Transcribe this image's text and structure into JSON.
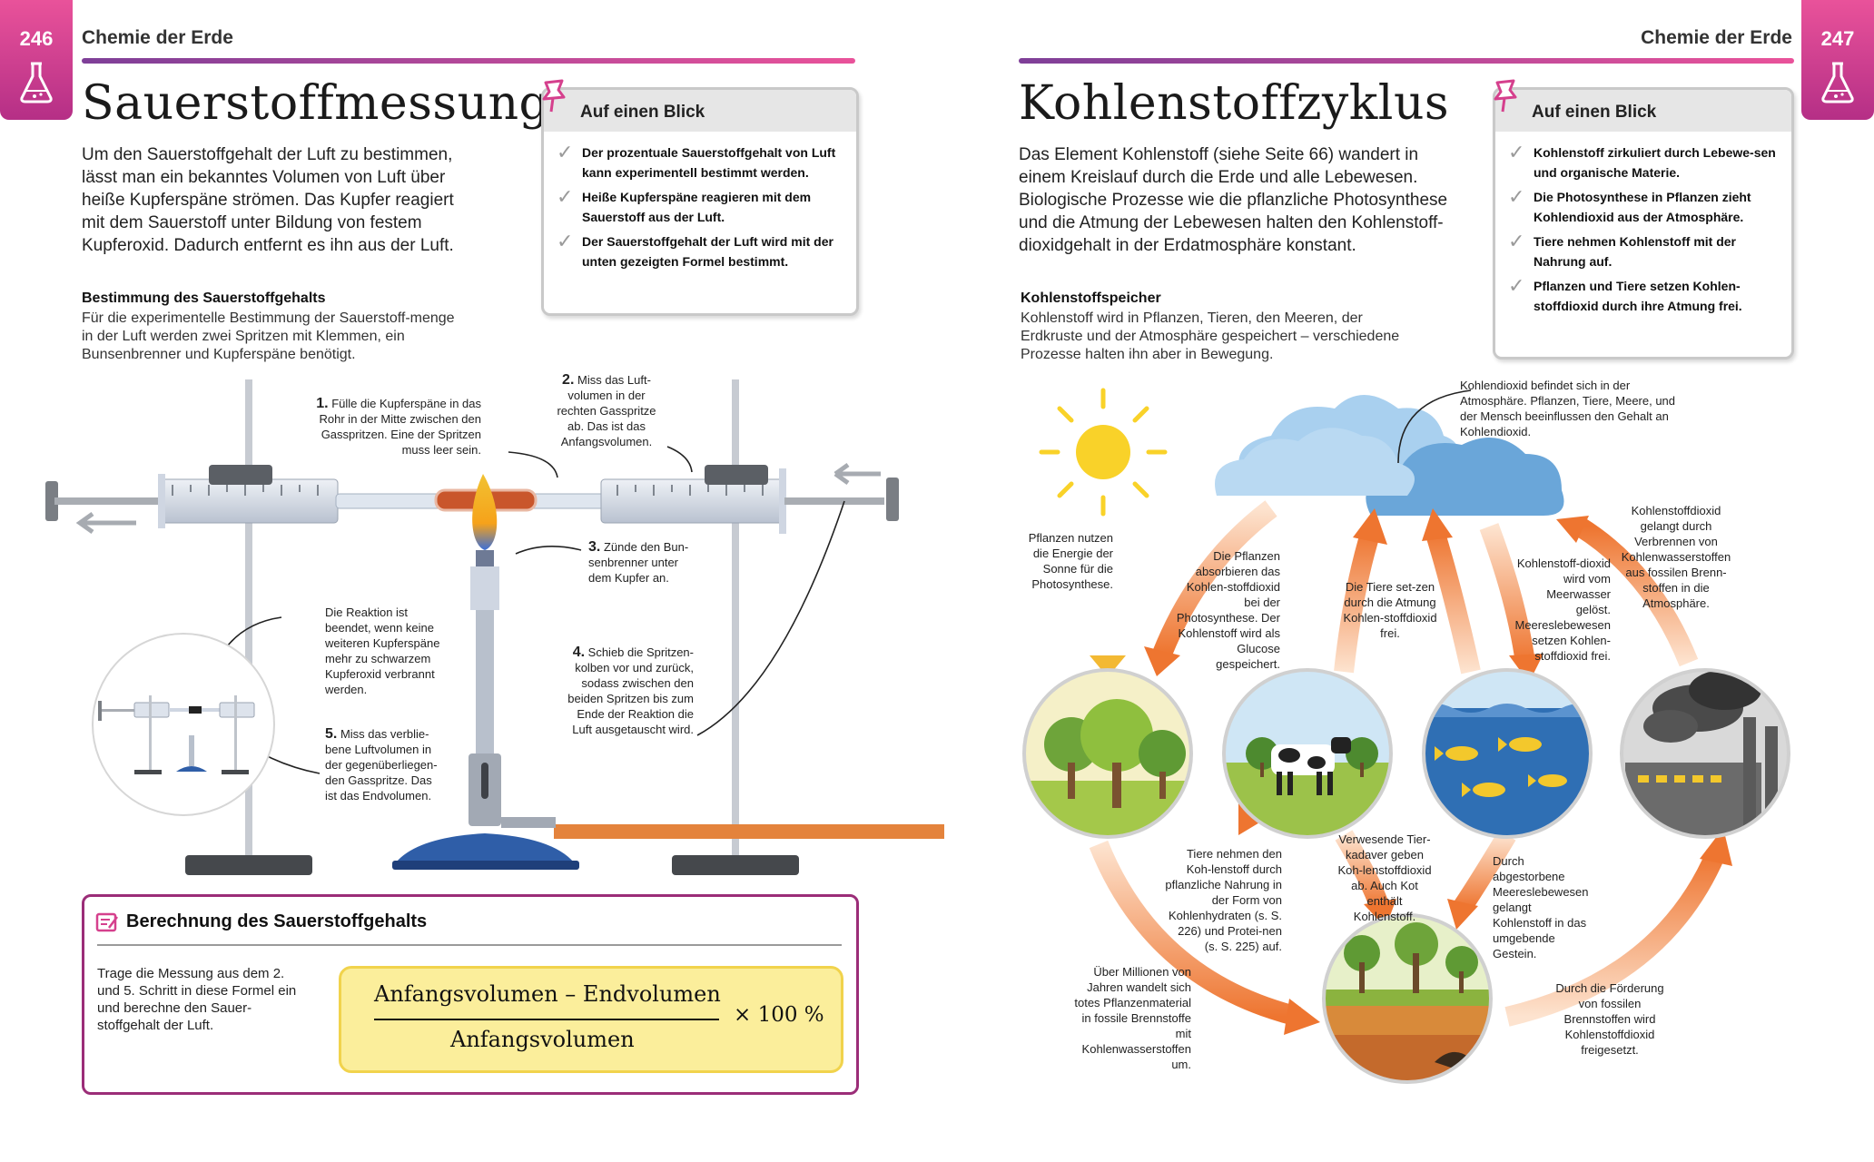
{
  "left": {
    "page_number": "246",
    "running_head": "Chemie der Erde",
    "title": "Sauerstoffmessung",
    "intro": "Um den Sauerstoffgehalt der Luft zu bestimmen, lässt man ein bekanntes Volumen von Luft über heiße Kupferspäne strömen. Das Kupfer reagiert mit dem Sauerstoff unter Bildung von festem Kupferoxid. Dadurch entfernt es ihn aus der Luft.",
    "subheading": "Bestimmung des Sauerstoffgehalts",
    "subtext": "Für die experimentelle Bestimmung der Sauerstoff-menge in der Luft werden zwei Spritzen mit Klemmen, ein Bunsenbrenner und Kupferspäne benötigt.",
    "glance": {
      "title": "Auf einen Blick",
      "items": [
        "Der prozentuale Sauerstoffgehalt von Luft kann experimentell bestimmt werden.",
        "Heiße Kupferspäne reagieren mit dem Sauerstoff aus der Luft.",
        "Der Sauerstoffgehalt der Luft wird mit der unten gezeigten Formel bestimmt."
      ]
    },
    "steps": [
      {
        "num": "1.",
        "text": "Fülle die Kupferspäne in das Rohr in der Mitte zwischen den Gasspritzen. Eine der Spritzen muss leer sein."
      },
      {
        "num": "2.",
        "text": "Miss das Luft-volumen in der rechten Gasspritze ab. Das ist das Anfangsvolumen."
      },
      {
        "num": "3.",
        "text": "Zünde den Bun-senbrenner unter dem Kupfer an."
      },
      {
        "num": "4.",
        "text": "Schieb die Spritzen-kolben vor und zurück, sodass zwischen den beiden Spritzen bis zum Ende der Reaktion die Luft ausgetauscht wird."
      },
      {
        "num": "5.",
        "text": "Miss das verblie-bene Luftvolumen in der gegenüberliegen-den Gasspritze. Das ist das Endvolumen."
      }
    ],
    "reaction_note": "Die Reaktion ist beendet, wenn keine weiteren Kupferspäne mehr zu schwarzem Kupferoxid verbrannt werden.",
    "calc": {
      "title": "Berechnung des Sauerstoffgehalts",
      "description": "Trage die Messung aus dem 2. und 5. Schritt in diese Formel ein und berechne den Sauer-stoffgehalt der Luft.",
      "numerator": "Anfangsvolumen – Endvolumen",
      "denominator": "Anfangsvolumen",
      "multiplier": "× 100 %"
    }
  },
  "right": {
    "page_number": "247",
    "running_head": "Chemie der Erde",
    "title": "Kohlenstoffzyklus",
    "intro": "Das Element Kohlenstoff (siehe Seite 66) wandert in einem Kreislauf durch die Erde und alle Lebewesen. Biologische Prozesse wie die pflanzliche Photosynthese und die Atmung der Lebewesen halten den Kohlenstoff-dioxidgehalt in der Erdatmosphäre konstant.",
    "subheading": "Kohlenstoffspeicher",
    "subtext": "Kohlenstoff wird in Pflanzen, Tieren, den Meeren, der Erdkruste und der Atmosphäre gespeichert – verschiedene Prozesse halten ihn aber in Bewegung.",
    "glance": {
      "title": "Auf einen Blick",
      "items": [
        "Kohlenstoff zirkuliert durch Lebewe-sen und organische Materie.",
        "Die Photosynthese in Pflanzen zieht Kohlendioxid aus der Atmosphäre.",
        "Tiere nehmen Kohlenstoff mit der Nahrung auf.",
        "Pflanzen und Tiere setzen Kohlen-stoffdioxid durch ihre Atmung frei."
      ]
    },
    "captions": {
      "atmosphere": "Kohlendioxid befindet sich in der Atmosphäre. Pflanzen, Tiere, Meere, und der Mensch beeinflussen den Gehalt an Kohlendioxid.",
      "sun": "Pflanzen nutzen die Energie der Sonne für die Photosynthese.",
      "absorb": "Die Pflanzen absorbieren das Kohlen-stoffdioxid bei der Photosynthese. Der Kohlenstoff wird als Glucose gespeichert.",
      "animals_breathe": "Die Tiere set-zen durch die Atmung Kohlen-stoffdioxid frei.",
      "sea": "Kohlenstoff-dioxid wird vom Meerwasser gelöst. Meereslebewesen setzen Kohlen-stoffdioxid frei.",
      "burning": "Kohlenstoffdioxid gelangt durch Verbrennen von Kohlenwasserstoffen aus fossilen Brenn-stoffen in die Atmosphäre.",
      "food": "Tiere nehmen den Koh-lenstoff durch pflanzliche Nahrung in der Form von Kohlenhydraten (s. S. 226) und Protei-nen (s. S. 225) auf.",
      "decay": "Verwesende Tier-kadaver geben Koh-lenstoffdioxid ab. Auch Kot enthält Kohlenstoff.",
      "dead_sea": "Durch abgestorbene Meereslebewesen gelangt Kohlenstoff in das umgebende Gestein.",
      "fossil": "Über Millionen von Jahren wandelt sich totes Pflanzenmaterial in fossile Brennstoffe mit Kohlenwasserstoffen um.",
      "extraction": "Durch die Förderung von fossilen Brennstoffen wird Kohlenstoffdioxid freigesetzt."
    }
  }
}
